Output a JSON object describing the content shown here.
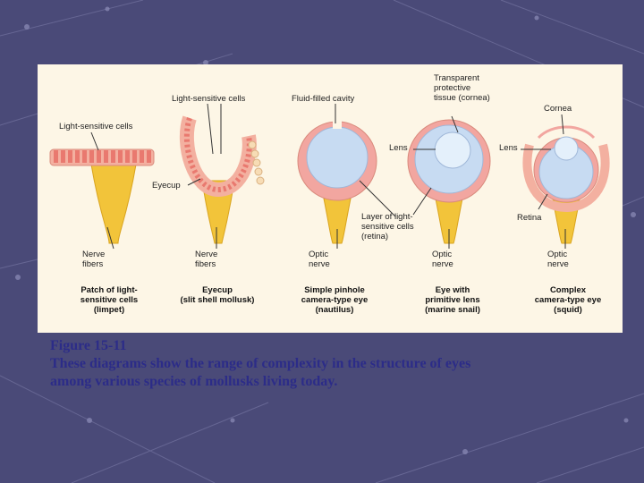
{
  "labels": {
    "light_sensitive_cells_1": "Light-sensitive cells",
    "light_sensitive_cells_2": "Light-sensitive cells",
    "fluid_filled_cavity": "Fluid-filled cavity",
    "transparent_tissue": "Transparent\nprotective\ntissue (cornea)",
    "cornea": "Cornea",
    "lens_1": "Lens",
    "lens_2": "Lens",
    "eyecup": "Eyecup",
    "retina_layer": "Layer of light-\nsensitive cells\n(retina)",
    "retina": "Retina",
    "nerve_fibers_1": "Nerve\nfibers",
    "nerve_fibers_2": "Nerve\nfibers",
    "optic_nerve_1": "Optic\nnerve",
    "optic_nerve_2": "Optic\nnerve",
    "optic_nerve_3": "Optic\nnerve"
  },
  "captions": {
    "patch": "Patch of light-\nsensitive cells\n(limpet)",
    "eyecup": "Eyecup\n(slit shell mollusk)",
    "pinhole": "Simple pinhole\ncamera-type eye\n(nautilus)",
    "primitive_lens": "Eye with\nprimitive lens\n(marine snail)",
    "complex": "Complex\ncamera-type eye\n(squid)"
  },
  "figure_caption": {
    "line1": "Figure 15-11",
    "line2": "These diagrams show the range of complexity in the structure of eyes",
    "line3": "among various species of mollusks living today."
  },
  "colors": {
    "background": "#4a4a78",
    "panel": "#fdf6e6",
    "caption_text": "#2c2c88",
    "nerve": "#f2c43a",
    "tissue_pink": "#f2a6a0",
    "eye_blue": "#c7dbf2"
  }
}
